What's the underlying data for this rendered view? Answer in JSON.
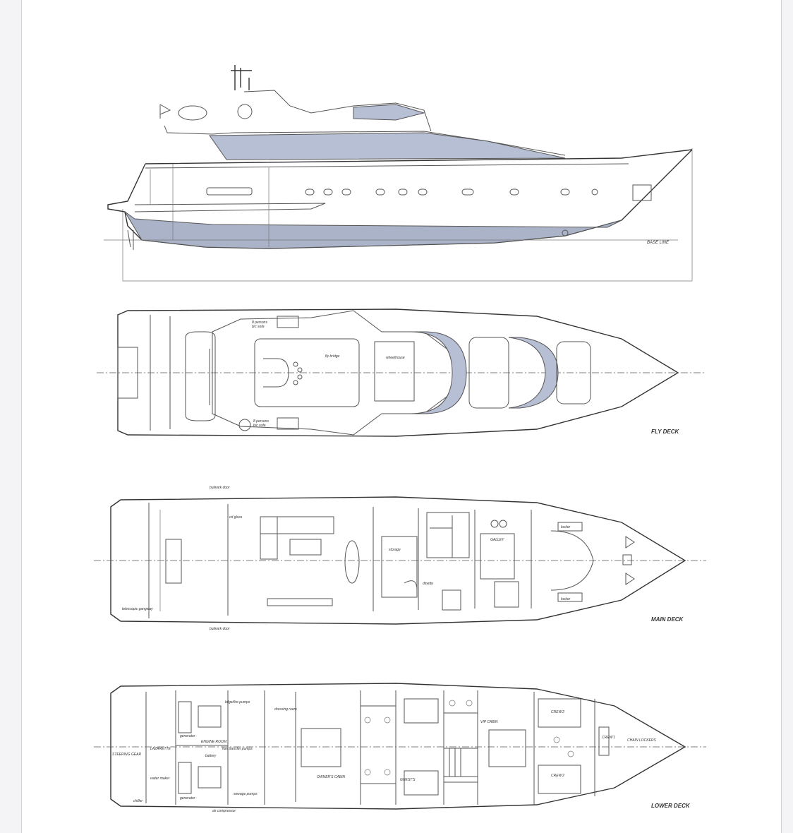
{
  "decks": {
    "fly": {
      "label": "FLY DECK"
    },
    "main": {
      "label": "MAIN DECK"
    },
    "lower": {
      "label": "LOWER DECK"
    }
  },
  "profile": {
    "base_line": "BASE LINE"
  },
  "fly_labels": {
    "persons_top": "8 persons",
    "sofa_top": "b/c sofa",
    "persons_bottom": "8 persons",
    "sofa_bottom": "b/c sofa",
    "fly_bridge": "fly bridge",
    "wheelhouse": "wheelhouse"
  },
  "main_labels": {
    "bulwark_door_top": "bulwark door",
    "bulwark_door_bottom": "bulwark door",
    "telescopic_gangway": "telescopic gangway",
    "cd_glass": "cd glass",
    "storage": "storage",
    "galley": "GALLEY",
    "dinette": "dinette",
    "locker_top": "locker",
    "locker_bottom": "locker"
  },
  "lower_labels": {
    "steering_gear": "STEERING GEAR",
    "lazarette": "LAZARETTE",
    "generator_top": "generator",
    "generator_bottom": "generator",
    "engine_room": "ENGINE ROOM",
    "battery": "battery",
    "fuel_transfer": "fuel transfer pumps",
    "bilge_fire": "bilge/fire pumps",
    "sewage_pumps": "sewage pumps",
    "water_maker": "water maker",
    "chiller": "chiller",
    "air_compressor": "air compressor",
    "dressing_room": "dressing room",
    "owners_cabin": "OWNER'S CABIN",
    "guest1": "GUEST'S",
    "vip_cabin": "VIP CABIN",
    "crew_top": "CREW'2",
    "crew_bottom": "CREW'2",
    "crew_right": "CREW'1",
    "chain_lockers": "CHAIN LOCKERS"
  }
}
